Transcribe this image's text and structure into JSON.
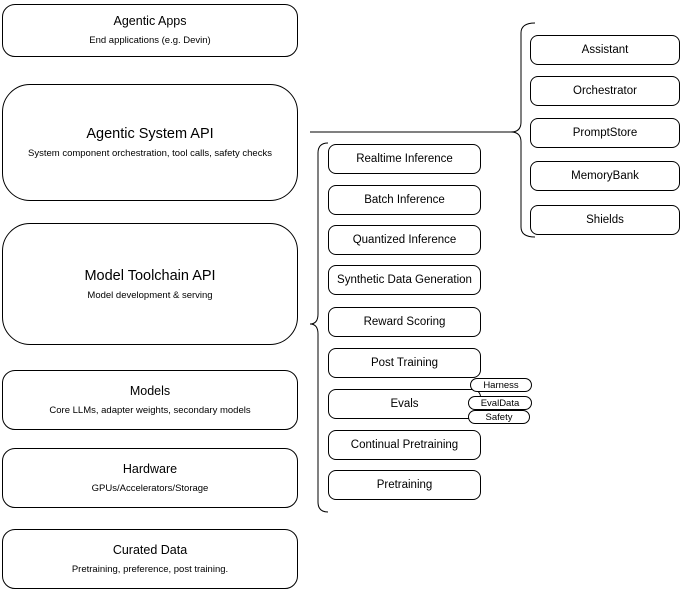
{
  "diagram": {
    "left_column": [
      {
        "title": "Agentic Apps",
        "subtitle": "End applications (e.g. Devin)"
      },
      {
        "title": "Agentic System API",
        "subtitle": "System component orchestration, tool calls, safety checks"
      },
      {
        "title": "Model Toolchain API",
        "subtitle": "Model development & serving"
      },
      {
        "title": "Models",
        "subtitle": "Core LLMs, adapter weights, secondary models"
      },
      {
        "title": "Hardware",
        "subtitle": "GPUs/Accelerators/Storage"
      },
      {
        "title": "Curated Data",
        "subtitle": "Pretraining, preference, post training."
      }
    ],
    "middle_column": [
      "Realtime Inference",
      "Batch Inference",
      "Quantized Inference",
      "Synthetic Data Generation",
      "Reward Scoring",
      "Post Training",
      "Evals",
      "Continual Pretraining",
      "Pretraining"
    ],
    "eval_tags": [
      "Harness",
      "EvalData",
      "Safety"
    ],
    "right_column": [
      "Assistant",
      "Orchestrator",
      "PromptStore",
      "MemoryBank",
      "Shields"
    ],
    "colors": {
      "stroke": "#000000",
      "background": "#ffffff"
    }
  }
}
